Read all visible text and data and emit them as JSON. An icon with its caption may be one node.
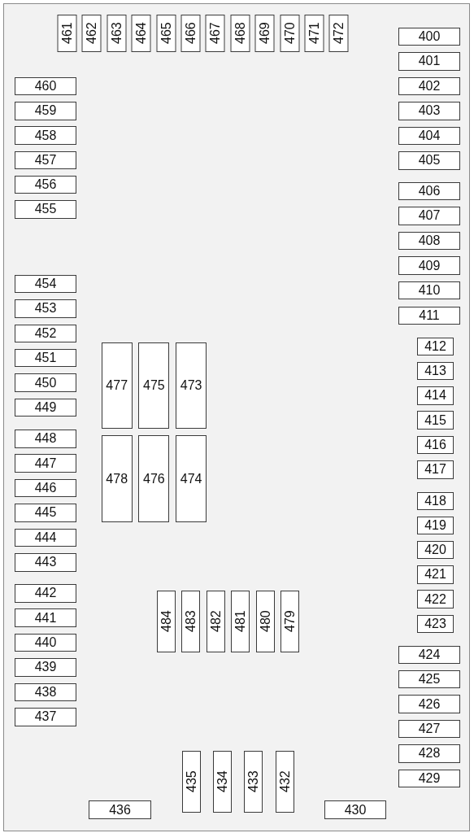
{
  "diagram": {
    "nodes": [
      {
        "text": [
          "461"
        ]
      },
      {
        "text": [
          "462"
        ]
      },
      {
        "text": [
          "463"
        ]
      },
      {
        "text": [
          "464"
        ]
      },
      {
        "text": [
          "465"
        ]
      },
      {
        "text": [
          "466"
        ]
      },
      {
        "text": [
          "467"
        ]
      },
      {
        "text": [
          "468"
        ]
      },
      {
        "text": [
          "469"
        ]
      },
      {
        "text": [
          "470"
        ]
      },
      {
        "text": [
          "471"
        ]
      },
      {
        "text": [
          "472"
        ]
      },
      {
        "text": [
          "400"
        ]
      },
      {
        "text": [
          "401"
        ]
      },
      {
        "text": [
          "402"
        ]
      },
      {
        "text": [
          "403"
        ]
      },
      {
        "text": [
          "404"
        ]
      },
      {
        "text": [
          "405"
        ]
      },
      {
        "text": [
          "406"
        ]
      },
      {
        "text": [
          "407"
        ]
      },
      {
        "text": [
          "408"
        ]
      },
      {
        "text": [
          "409"
        ]
      },
      {
        "text": [
          "410"
        ]
      },
      {
        "text": [
          "411"
        ]
      },
      {
        "text": [
          "412"
        ]
      },
      {
        "text": [
          "413"
        ]
      },
      {
        "text": [
          "414"
        ]
      },
      {
        "text": [
          "415"
        ]
      },
      {
        "text": [
          "416"
        ]
      },
      {
        "text": [
          "417"
        ]
      },
      {
        "text": [
          "418"
        ]
      },
      {
        "text": [
          "419"
        ]
      },
      {
        "text": [
          "420"
        ]
      },
      {
        "text": [
          "421"
        ]
      },
      {
        "text": [
          "422"
        ]
      },
      {
        "text": [
          "423"
        ]
      },
      {
        "text": [
          "424"
        ]
      },
      {
        "text": [
          "425"
        ]
      },
      {
        "text": [
          "426"
        ]
      },
      {
        "text": [
          "427"
        ]
      },
      {
        "text": [
          "428"
        ]
      },
      {
        "text": [
          "429"
        ]
      },
      {
        "text": [
          "460"
        ]
      },
      {
        "text": [
          "459"
        ]
      },
      {
        "text": [
          "458"
        ]
      },
      {
        "text": [
          "457"
        ]
      },
      {
        "text": [
          "456"
        ]
      },
      {
        "text": [
          "455"
        ]
      },
      {
        "text": [
          "454"
        ]
      },
      {
        "text": [
          "453"
        ]
      },
      {
        "text": [
          "452"
        ]
      },
      {
        "text": [
          "451"
        ]
      },
      {
        "text": [
          "450"
        ]
      },
      {
        "text": [
          "449"
        ]
      },
      {
        "text": [
          "448"
        ]
      },
      {
        "text": [
          "447"
        ]
      },
      {
        "text": [
          "446"
        ]
      },
      {
        "text": [
          "445"
        ]
      },
      {
        "text": [
          "444"
        ]
      },
      {
        "text": [
          "443"
        ]
      },
      {
        "text": [
          "442"
        ]
      },
      {
        "text": [
          "441"
        ]
      },
      {
        "text": [
          "440"
        ]
      },
      {
        "text": [
          "439"
        ]
      },
      {
        "text": [
          "438"
        ]
      },
      {
        "text": [
          "437"
        ]
      },
      {
        "text": [
          "477"
        ]
      },
      {
        "text": [
          "475"
        ]
      },
      {
        "text": [
          "473"
        ]
      },
      {
        "text": [
          "478"
        ]
      },
      {
        "text": [
          "476"
        ]
      },
      {
        "text": [
          "474"
        ]
      },
      {
        "text": [
          "484"
        ]
      },
      {
        "text": [
          "483"
        ]
      },
      {
        "text": [
          "482"
        ]
      },
      {
        "text": [
          "481"
        ]
      },
      {
        "text": [
          "480"
        ]
      },
      {
        "text": [
          "479"
        ]
      },
      {
        "text": [
          "435"
        ]
      },
      {
        "text": [
          "434"
        ]
      },
      {
        "text": [
          "433"
        ]
      },
      {
        "text": [
          "432"
        ]
      },
      {
        "text": [
          "436"
        ]
      },
      {
        "text": [
          "430"
        ]
      }
    ]
  }
}
